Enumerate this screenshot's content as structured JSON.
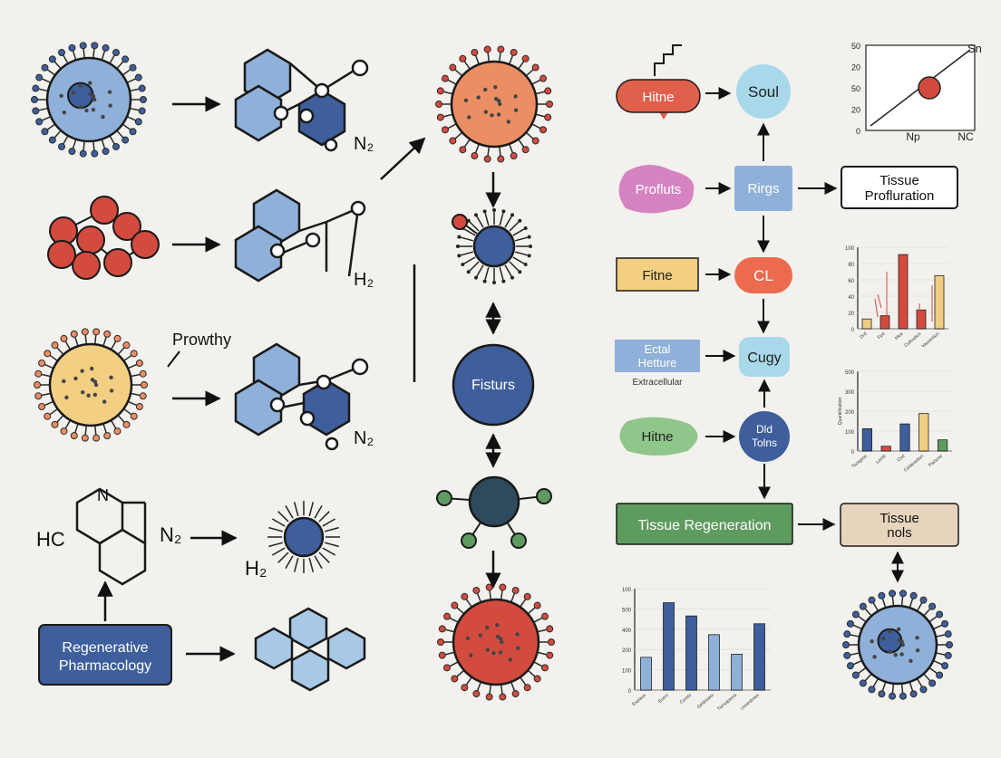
{
  "labels": {
    "prowthy": "Prowthy",
    "n2_a": "N₂",
    "h2_a": "H₂",
    "n2_b": "N₂",
    "hc": "HC",
    "n2_c": "N₂",
    "h2_b": "H₂",
    "regen_pharm_line1": "Regenerative",
    "regen_pharm_line2": "Pharmacology",
    "fisturs": "Fisturs"
  },
  "nodes": {
    "hitne_top": "Hitne",
    "soul": "Soul",
    "profluts": "Profluts",
    "rirgs": "Rirgs",
    "tissue_prolif_line1": "Tissue",
    "tissue_prolif_line2": "Profluration",
    "fitne": "Fitne",
    "cl": "CL",
    "ectal_line1": "Ectal",
    "ectal_line2": "Hetture",
    "extracellular": "Extracellular",
    "cugy": "Cugy",
    "hitne_bottom": "Hitne",
    "dld_line1": "Dld",
    "dld_line2": "Tolns",
    "tissue_regen": "Tissue Regeneration",
    "tissue_nols_line1": "Tissue",
    "tissue_nols_line2": "nols"
  },
  "colors": {
    "blue": "#8fb0d8",
    "dark_blue": "#3e5e9c",
    "orange": "#ec8e63",
    "red": "#d24b3e",
    "yellow": "#f0cd82",
    "green": "#5e9b5f",
    "teal": "#8ad0e6"
  },
  "chart_data": [
    {
      "type": "scatter",
      "x_tick_labels": [
        "Np",
        "NC"
      ],
      "y_tick_labels": [
        "50",
        "20",
        "50",
        "20",
        "0"
      ],
      "annotations": [
        "Sn"
      ],
      "points": [
        {
          "x": 0.5,
          "y": 0.5
        }
      ]
    },
    {
      "type": "bar",
      "y_tick_labels": [
        "100",
        "80",
        "60",
        "40",
        "20",
        "0"
      ],
      "categories": [
        "Drd",
        "Fpd",
        "Mea",
        "Cultvation",
        "Vauvertion"
      ],
      "values": [
        12,
        16,
        91,
        23,
        65
      ],
      "colors": [
        "#f0cd82",
        "#d24b3e",
        "#d24b3e",
        "#d24b3e",
        "#f0cd82"
      ],
      "ylim": [
        0,
        100
      ]
    },
    {
      "type": "bar",
      "y_tick_labels": [
        "500",
        "300",
        "200",
        "100",
        "0"
      ],
      "ylabel": "Quantification",
      "categories": [
        "Tscagmo",
        "Lamb",
        "Cnd",
        "Coldesetion",
        "Pacsme"
      ],
      "values": [
        140,
        30,
        170,
        235,
        70
      ],
      "colors": [
        "#3e5e9c",
        "#d24b3e",
        "#3e5e9c",
        "#f0cd82",
        "#5e9b5f"
      ],
      "ylim": [
        0,
        500
      ]
    },
    {
      "type": "bar",
      "y_tick_labels": [
        "100",
        "500",
        "400",
        "200",
        "100",
        "0"
      ],
      "categories": [
        "Explaus",
        "Ecers",
        "Comts",
        "Geldnsets",
        "Tiursapiona",
        "Usnesbnes"
      ],
      "values": [
        42,
        112,
        95,
        71,
        46,
        85
      ],
      "colors": [
        "#8fb0d8",
        "#3e5e9c",
        "#3e5e9c",
        "#8fb0d8",
        "#8fb0d8",
        "#3e5e9c"
      ],
      "ylim": [
        0,
        130
      ]
    }
  ]
}
